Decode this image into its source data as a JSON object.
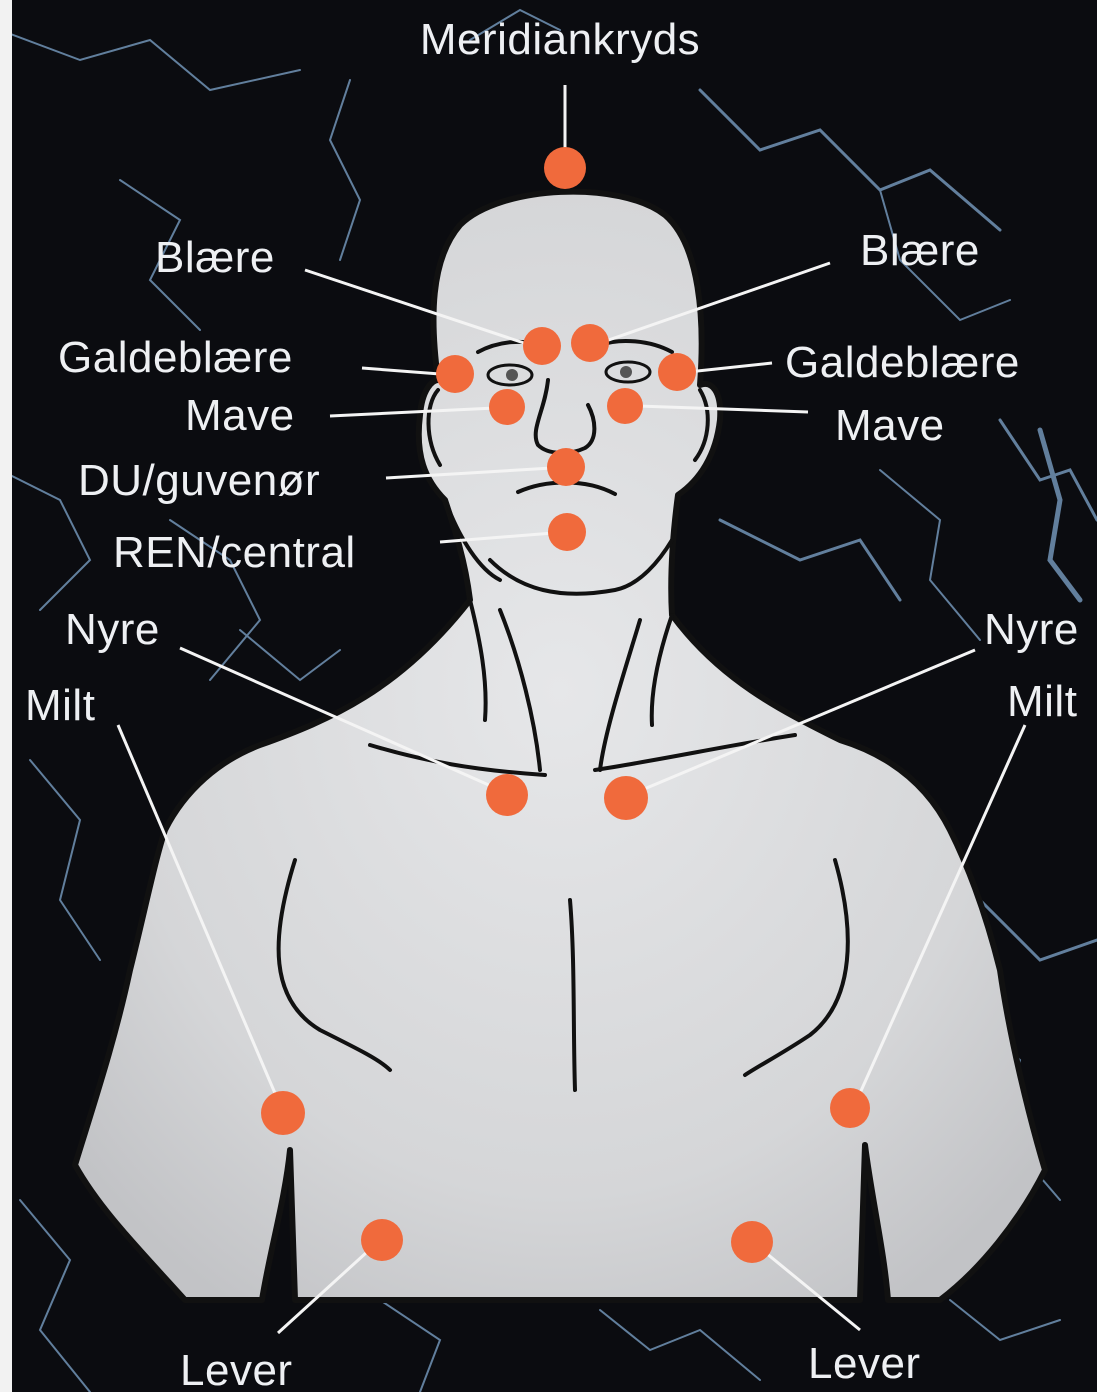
{
  "diagram": {
    "top_label": "Meridiankryds",
    "labels": {
      "blaere_left": "Blære",
      "blaere_right": "Blære",
      "galde_left": "Galdeblære",
      "galde_right": "Galdeblære",
      "mave_left": "Mave",
      "mave_right": "Mave",
      "du": "DU/guvenør",
      "ren": "REN/central",
      "nyre_left": "Nyre",
      "nyre_right": "Nyre",
      "milt_left": "Milt",
      "milt_right": "Milt",
      "lever_left": "Lever",
      "lever_right": "Lever"
    },
    "colors": {
      "background": "#0b0c10",
      "body": "#d9dadc",
      "outline": "#111111",
      "point": "#f06a3c",
      "leader_line": "#f4f4f4",
      "label_text": "#eef0f3",
      "cracks": "#7fa6cc"
    }
  }
}
